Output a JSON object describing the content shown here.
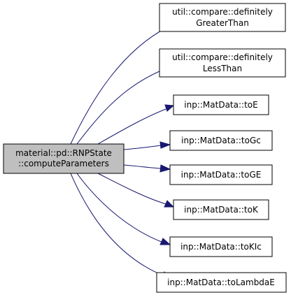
{
  "diagram": {
    "root": {
      "lines": [
        "material::pd::RNPState",
        "::computeParameters"
      ]
    },
    "callees": [
      {
        "id": "definitely-greater-than",
        "lines": [
          "util::compare::definitely",
          "GreaterThan"
        ]
      },
      {
        "id": "definitely-less-than",
        "lines": [
          "util::compare::definitely",
          "LessThan"
        ]
      },
      {
        "id": "to-e",
        "lines": [
          "inp::MatData::toE"
        ]
      },
      {
        "id": "to-gc",
        "lines": [
          "inp::MatData::toGc"
        ]
      },
      {
        "id": "to-ge",
        "lines": [
          "inp::MatData::toGE"
        ]
      },
      {
        "id": "to-k",
        "lines": [
          "inp::MatData::toK"
        ]
      },
      {
        "id": "to-kic",
        "lines": [
          "inp::MatData::toKIc"
        ]
      },
      {
        "id": "to-lambda-e",
        "lines": [
          "inp::MatData::toLambdaE"
        ]
      }
    ],
    "colors": {
      "root_fill": "#bfbfbf",
      "node_fill": "#ffffff",
      "node_border": "#000000",
      "edge": "#191970"
    }
  }
}
